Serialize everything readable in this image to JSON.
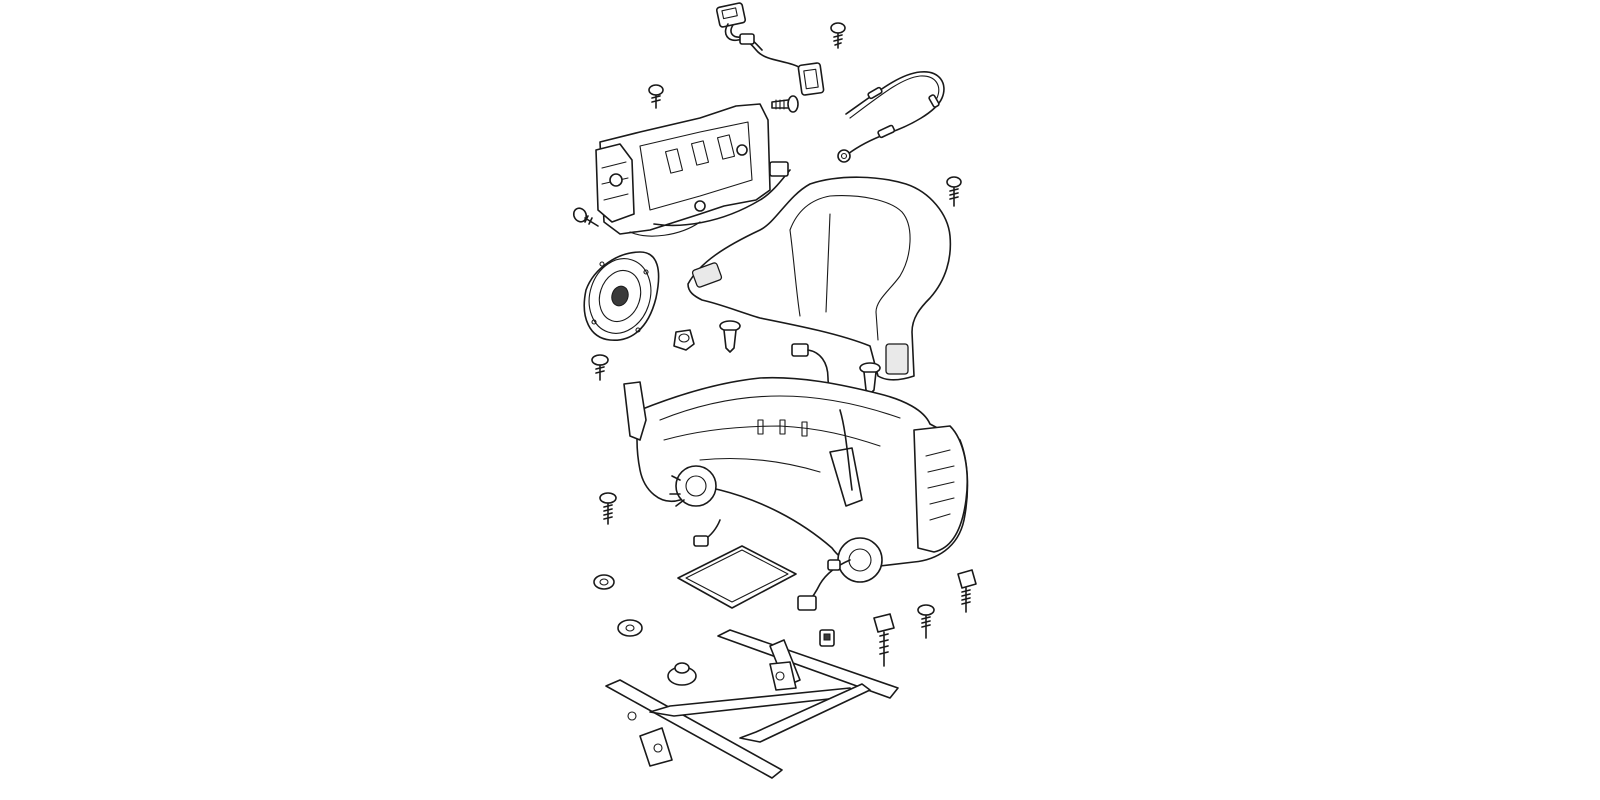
{
  "diagram": {
    "style": "exploded-view line drawing",
    "background_color": "#ffffff",
    "line_color": "#1a1a1a",
    "parts": [
      {
        "name": "wiring-connector"
      },
      {
        "name": "screw"
      },
      {
        "name": "recliner-mechanism"
      },
      {
        "name": "bowden-cable"
      },
      {
        "name": "seat-back-trim-panel"
      },
      {
        "name": "speaker"
      },
      {
        "name": "push-clip"
      },
      {
        "name": "seat-cushion-frame"
      },
      {
        "name": "wiring-harness"
      },
      {
        "name": "pad"
      },
      {
        "name": "washer"
      },
      {
        "name": "bolt"
      },
      {
        "name": "seat-track-frame"
      }
    ]
  }
}
